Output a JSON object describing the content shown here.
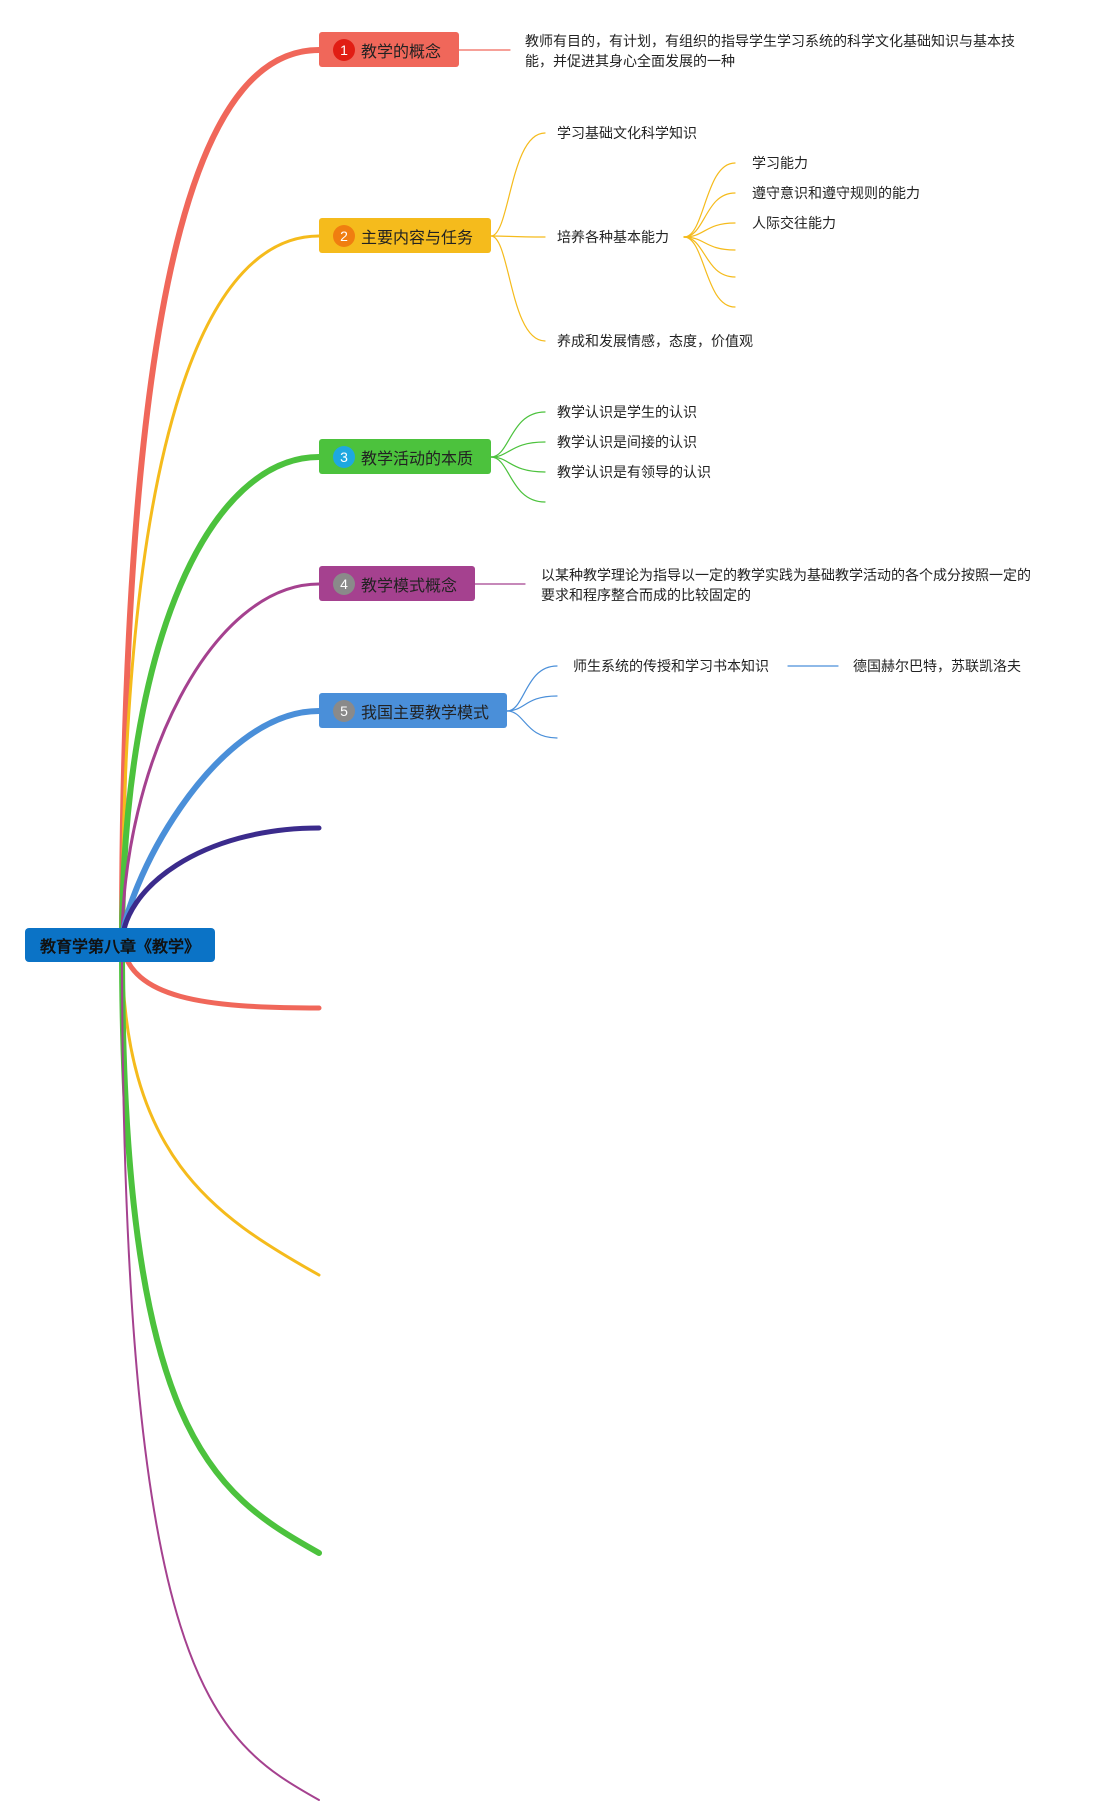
{
  "root": {
    "label": "教育学第八章《教学》"
  },
  "colors": {
    "red": "#f0675a",
    "yellow": "#f5bb1c",
    "green": "#4cc23d",
    "purple": "#a5418f",
    "blue": "#4a8fd9",
    "indigo": "#3b2b8c",
    "root": "#0b73c6"
  },
  "topics": [
    {
      "num": "1",
      "label": "教学的概念",
      "color": "#f0675a",
      "badge_color": "#e11d14",
      "children": [
        {
          "text": "教师有目的，有计划，有组织的指导学生学习系统的科学文化基础知识与基本技能，并促进其身心全面发展的一种"
        }
      ]
    },
    {
      "num": "2",
      "label": "主要内容与任务",
      "color": "#f5bb1c",
      "badge_color": "#f07e10",
      "children": [
        {
          "text": "学习基础文化科学知识"
        },
        {
          "text": "培养各种基本能力",
          "children": [
            "学习能力",
            "遵守意识和遵守规则的能力",
            "人际交往能力",
            "",
            "",
            ""
          ]
        },
        {
          "text": "养成和发展情感，态度，价值观"
        }
      ]
    },
    {
      "num": "3",
      "label": "教学活动的本质",
      "color": "#4cc23d",
      "badge_color": "#1ea8e0",
      "children": [
        {
          "text": "教学认识是学生的认识"
        },
        {
          "text": "教学认识是间接的认识"
        },
        {
          "text": "教学认识是有领导的认识"
        },
        {
          "text": ""
        }
      ]
    },
    {
      "num": "4",
      "label": "教学模式概念",
      "color": "#a5418f",
      "badge_color": "#8a8a8a",
      "children": [
        {
          "text": "以某种教学理论为指导以一定的教学实践为基础教学活动的各个成分按照一定的要求和程序整合而成的比较固定的"
        }
      ]
    },
    {
      "num": "5",
      "label": "我国主要教学模式",
      "color": "#4a8fd9",
      "badge_color": "#8a8a8a",
      "children": [
        {
          "text": "师生系统的传授和学习书本知识",
          "children": [
            "德国赫尔巴特，苏联凯洛夫"
          ]
        },
        {
          "text": ""
        },
        {
          "text": ""
        }
      ]
    }
  ],
  "empty_branches": [
    {
      "color": "#3b2b8c"
    },
    {
      "color": "#f0675a"
    },
    {
      "color": "#f5bb1c"
    },
    {
      "color": "#4cc23d"
    },
    {
      "color": "#a5418f"
    }
  ]
}
